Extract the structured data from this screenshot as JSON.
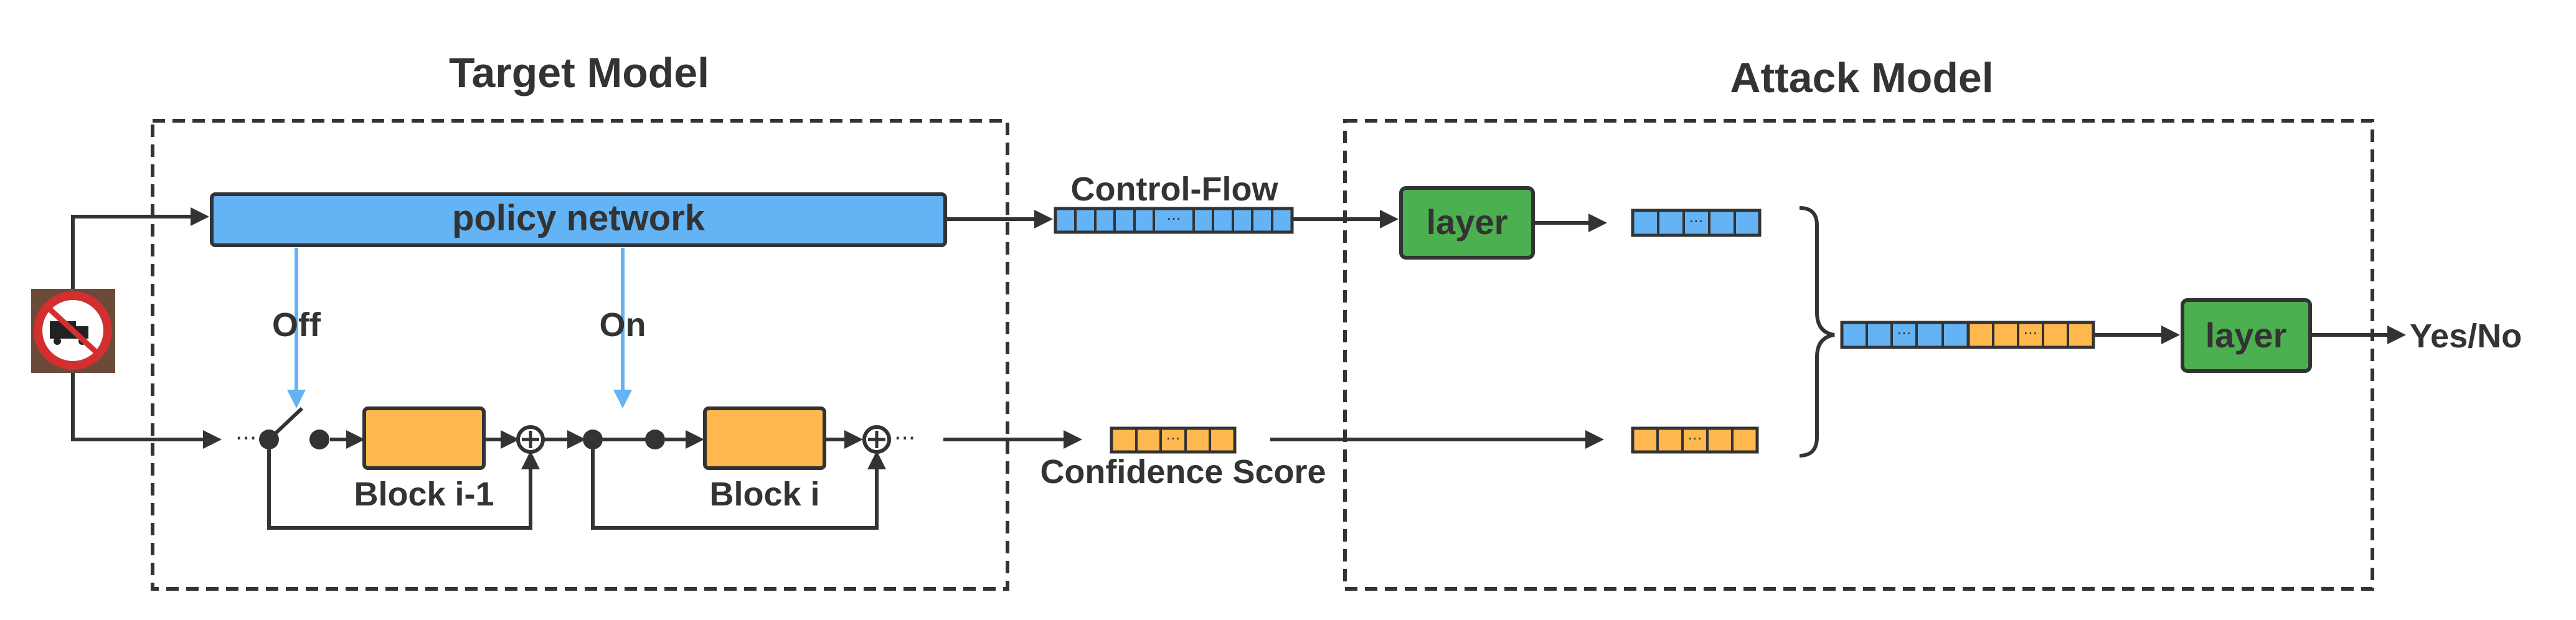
{
  "titles": {
    "target_model": "Target Model",
    "attack_model": "Attack Model"
  },
  "labels": {
    "policy_network": "policy network",
    "off": "Off",
    "on": "On",
    "block_prev": "Block i-1",
    "block_curr": "Block i",
    "control_flow": "Control-Flow",
    "confidence_score": "Confidence Score",
    "layer_top": "layer",
    "layer_out": "layer",
    "yes_no": "Yes/No",
    "ellipsis": "···"
  },
  "icons": {
    "input_image": "no-trucks-sign-icon",
    "switch_off": "open-switch-icon",
    "adder": "circle-plus-icon"
  },
  "colors": {
    "blue": "#63b3f5",
    "orange": "#ffb84d",
    "green": "#4caf50",
    "ink": "#333333",
    "arrow_blue": "#63b3f5"
  }
}
